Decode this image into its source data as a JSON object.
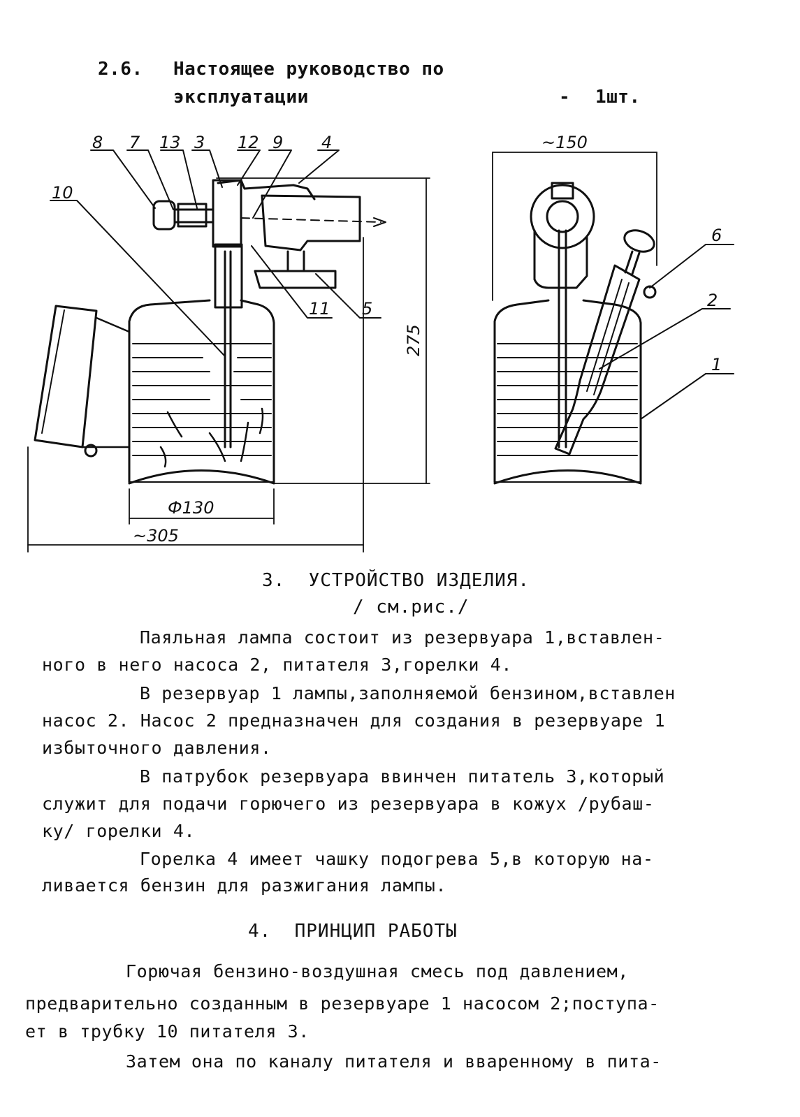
{
  "header": {
    "item_number": "2.6.",
    "item_text_line1": "Настоящее руководство по",
    "item_text_line2": "эксплуатации",
    "dash": "-",
    "quantity": "1шт."
  },
  "figure": {
    "callouts": {
      "n8": "8",
      "n7": "7",
      "n13": "13",
      "n3": "3",
      "n12": "12",
      "n9": "9",
      "n4": "4",
      "n10": "10",
      "n11": "11",
      "n5": "5",
      "n6": "6",
      "n2": "2",
      "n1": "1"
    },
    "dims": {
      "width_top": "~150",
      "height": "275",
      "diameter": "Ф130",
      "overall_width": "~305"
    }
  },
  "section3": {
    "title": "3.  УСТРОЙСТВО ИЗДЕЛИЯ.",
    "subtitle": "/ см.рис./",
    "lines": [
      "Паяльная лампа состоит из резервуара 1,вставлен-",
      "ного в него насоса 2, питателя 3,горелки 4.",
      "В резервуар 1 лампы,заполняемой бензином,вставлен",
      "насос 2. Насос 2 предназначен для создания в резервуаре 1",
      "избыточного давления.",
      "В патрубок резервуара ввинчен питатель 3,который",
      "служит для подачи горючего из резервуара в кожух /рубаш-",
      "ку/ горелки 4.",
      "Горелка 4 имеет чашку подогрева 5,в которую на-",
      "ливается бензин для разжигания лампы."
    ]
  },
  "section4": {
    "title": "4.  ПРИНЦИП РАБОТЫ",
    "lines": [
      "Горючая бензино-воздушная смесь под давлением,",
      "предварительно созданным в резервуаре 1 насосом 2;поступа-",
      "ет в трубку 10 питателя 3.",
      "Затем она по каналу питателя и вваренному в пита-"
    ]
  }
}
